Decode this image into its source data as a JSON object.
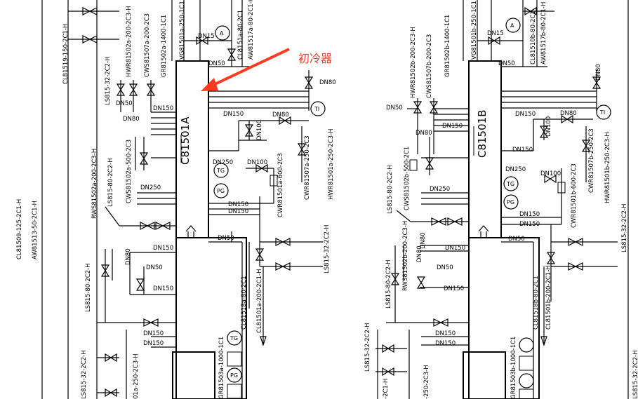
{
  "annotation": {
    "text": "初冷器",
    "color": "#ff3b1f"
  },
  "equipment": {
    "left_tag": "C81501A",
    "right_tag": "C81501B"
  },
  "left_pipes": [
    "CL81519-150-2C1-H",
    "LS815-32-2C2-H",
    "HWR81502a-200-2C3-H",
    "CWS81507a-200-2C3",
    "GR81502a-1400-1C1",
    "VG81501a-250-1C1",
    "CL8151a-80-2C1",
    "AW81517a-80-2C1-H",
    "CL81509-125-2C1-H",
    "AW81513-50-2C1-H",
    "RWS81502a-200-2C3-H",
    "LS815-80-2C2-H",
    "CWS81502a-500-2C3",
    "CWR81501a-600-2C3",
    "CWR81507a-250-2C3",
    "HWR81501a-250-2C3-H",
    "LS815-32-2C2-H",
    "LS815-80-2C2-H",
    "CL81518a-80-2C1",
    "CL81501a-200-2C1-H",
    "LS815-32-2C2-H",
    "01a-250-2C3-H",
    "GR81503a-1000-1C1"
  ],
  "right_pipes": [
    "HWR81502b-200-2C3-H",
    "CWS81507b-200-2C3",
    "GR81502b-1400-1C1",
    "VG81501b-250-1C1",
    "CL81510b-80-2C1",
    "AW81517b-80-2C1-H",
    "LS815-80-2C2-H",
    "CWS81502b-500-2C1",
    "CWR81501b-600-2C3",
    "CWR81507b-250-2C3",
    "HWR81501b-250-2C3-H",
    "LS815-32-2C2-H",
    "RWS81502b-200-2C3-H",
    "LS815-80-2C2-H",
    "CL81518b-80-2C1",
    "CL81501b-200-2C1-H",
    "LS815-32-2C2-H",
    "-2C1-H",
    "-250-2C3-H",
    "GR81503b-1000-1C1",
    "LS815-32-2C2-H"
  ],
  "dn_labels": [
    "DN15",
    "DN50",
    "DN50",
    "DN150",
    "DN80",
    "DN80",
    "DN150",
    "DN100",
    "DN250",
    "DN100",
    "DN250",
    "DN150",
    "DN150",
    "DN50",
    "DN150",
    "DN80",
    "DN50",
    "DN150",
    "DN150",
    "DN150",
    "DN15",
    "DN50",
    "DN50",
    "DN150",
    "DN80",
    "DN150",
    "DN80",
    "DN100",
    "DN150",
    "DN100",
    "DN250",
    "DN250",
    "DN150",
    "DN150",
    "DN50",
    "DN150",
    "DN80",
    "DN50",
    "DN150",
    "DN150",
    "DN150",
    "DN80",
    "DN80",
    "DN80"
  ],
  "instruments": {
    "ammeter": "A",
    "temp": "TI",
    "temp_gauge": "TG",
    "pressure": "PG"
  }
}
